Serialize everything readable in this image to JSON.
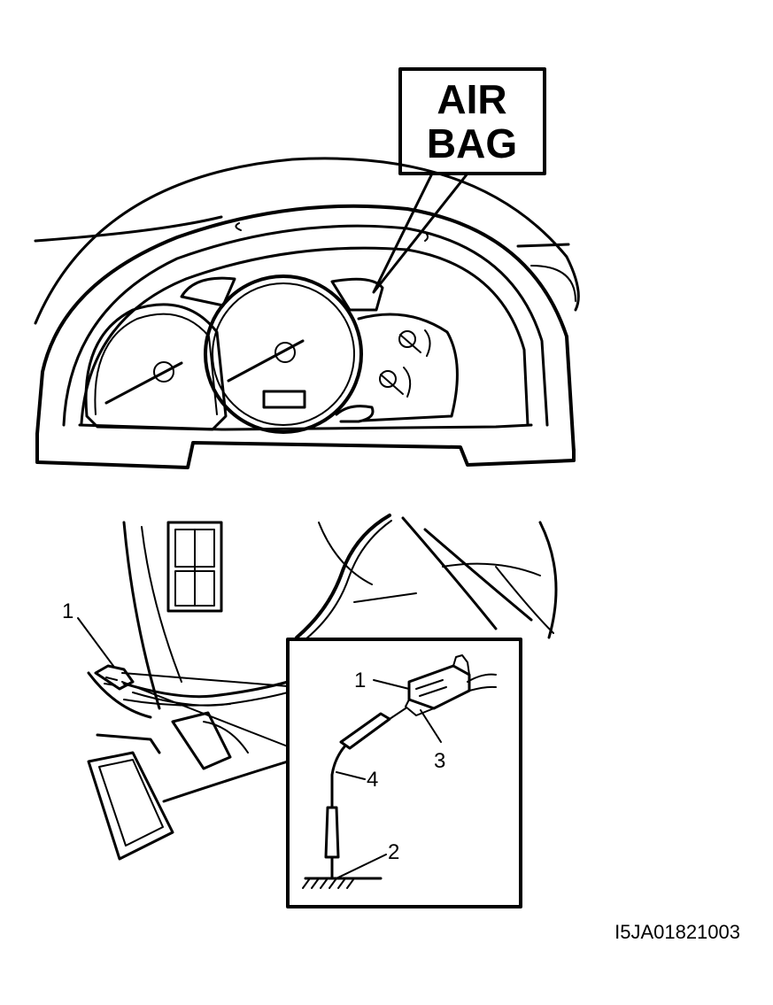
{
  "callout": {
    "line1": "AIR",
    "line2": "BAG"
  },
  "labels": {
    "overview_connector": "1",
    "detail_connector": "1",
    "ground": "2",
    "connector_body": "3",
    "wire": "4"
  },
  "figure_code": "I5JA01821003"
}
